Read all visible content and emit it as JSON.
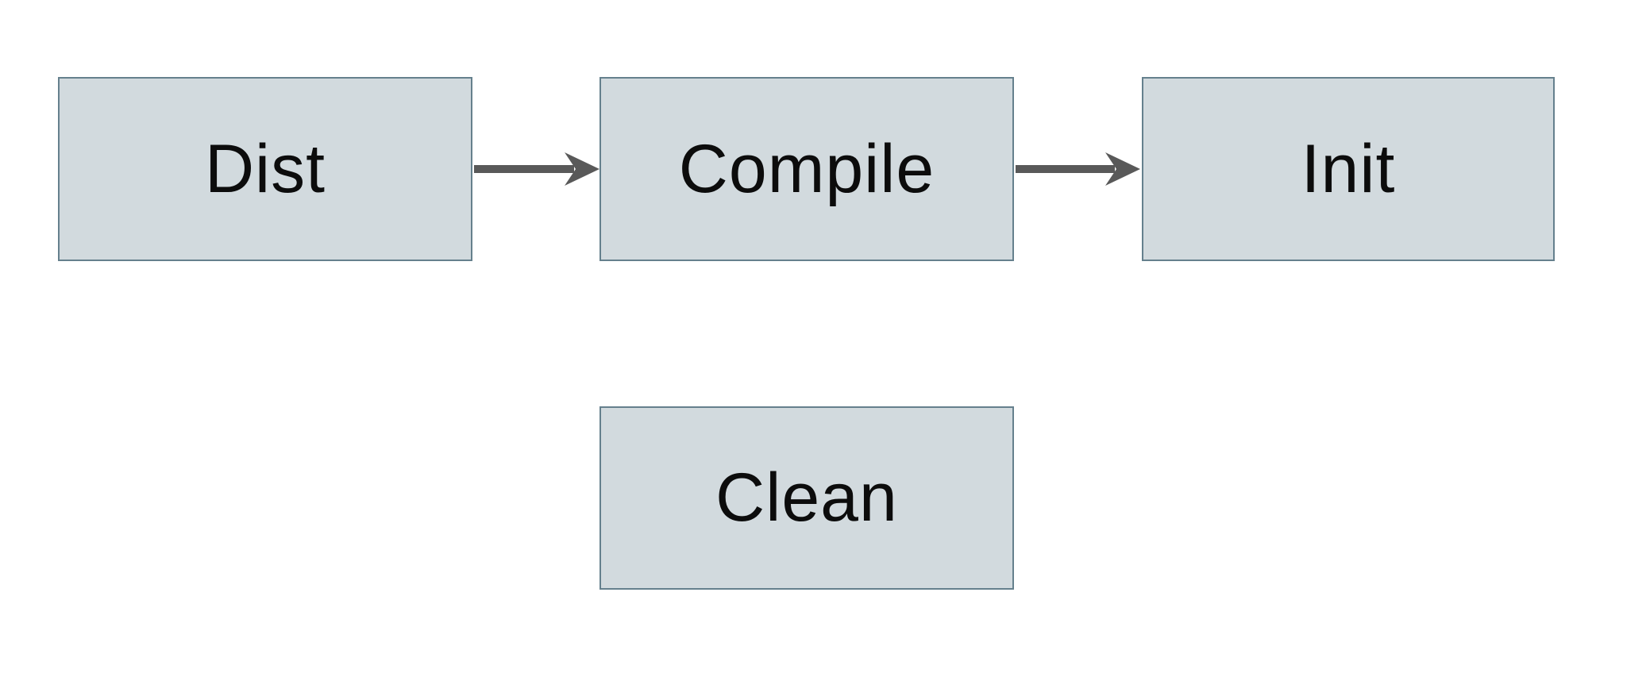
{
  "diagram": {
    "title": "build-targets-flowchart",
    "colors": {
      "background": "#ffffff",
      "node_fill": "#d2dade",
      "node_border": "#65808d",
      "arrow": "#595959",
      "text": "#0c0c0c"
    },
    "nodes": [
      {
        "id": "dist",
        "label": "Dist"
      },
      {
        "id": "compile",
        "label": "Compile"
      },
      {
        "id": "init",
        "label": "Init"
      },
      {
        "id": "clean",
        "label": "Clean"
      }
    ],
    "edges": [
      {
        "from": "dist",
        "to": "compile"
      },
      {
        "from": "compile",
        "to": "init"
      }
    ]
  }
}
